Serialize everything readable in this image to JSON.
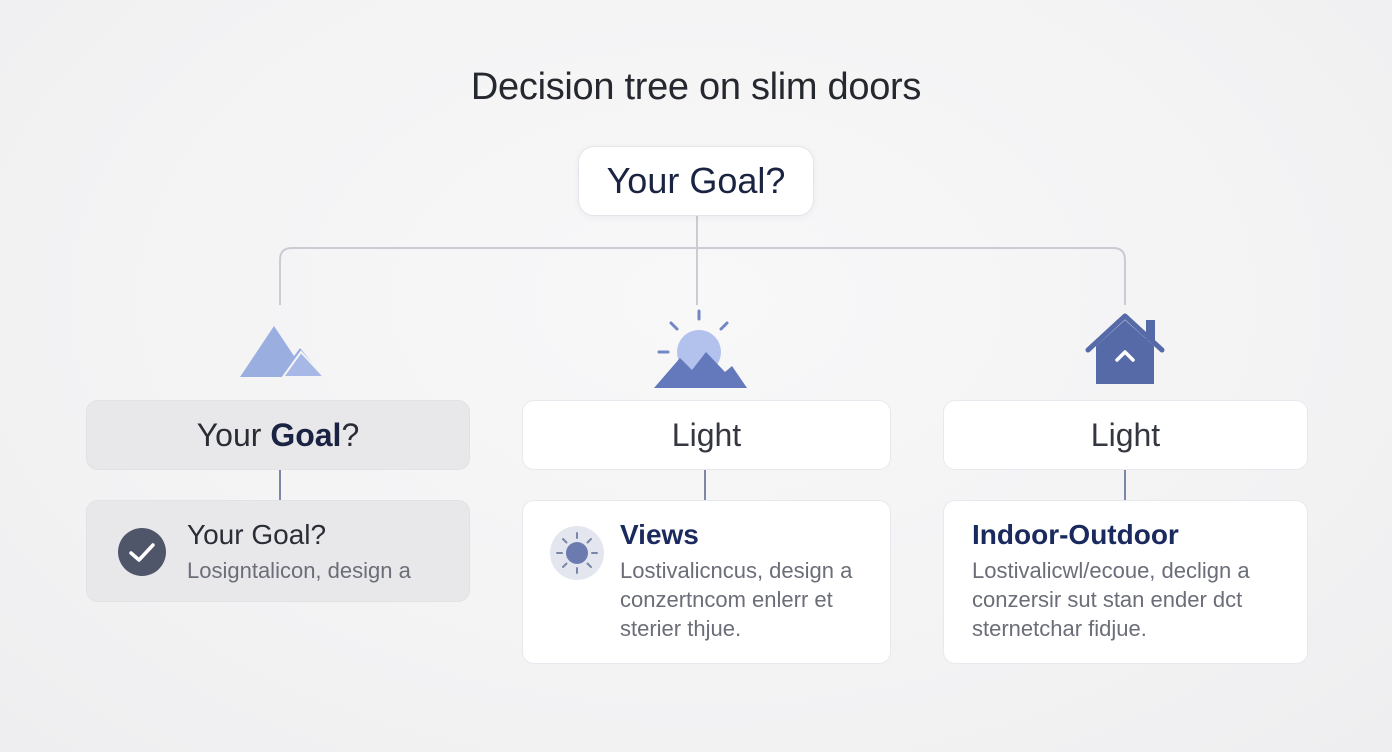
{
  "diagram": {
    "title": "Decision tree on slim doors",
    "root": {
      "label": "Your Goal?"
    },
    "branches": [
      {
        "icon": "mountains-icon",
        "label_parts": [
          "Your ",
          "Goal",
          "?"
        ],
        "card": {
          "icon": "checkmark-icon",
          "title": "Your Goal?",
          "lines": [
            "Losigntalicon, design a"
          ]
        }
      },
      {
        "icon": "sunrise-over-mountains-icon",
        "label": "Light",
        "card": {
          "icon": "sun-badge-icon",
          "title": "Views",
          "lines": [
            "Lostivalicncus, design a",
            "conzertncom enlerr et",
            "sterier thjue."
          ]
        }
      },
      {
        "icon": "house-icon",
        "label": "Light",
        "card": {
          "icon": "",
          "title": "Indoor-Outdoor",
          "lines": [
            "Lostivalicwl/ecoue, declign a",
            "conzersir sut stan ender dct",
            "sternetchar fidjue."
          ]
        }
      }
    ],
    "colors": {
      "accent": "#5b6fb0",
      "icon_light": "#9aaee0",
      "connector": "#c9ccd3",
      "heading": "#1a2341"
    }
  }
}
